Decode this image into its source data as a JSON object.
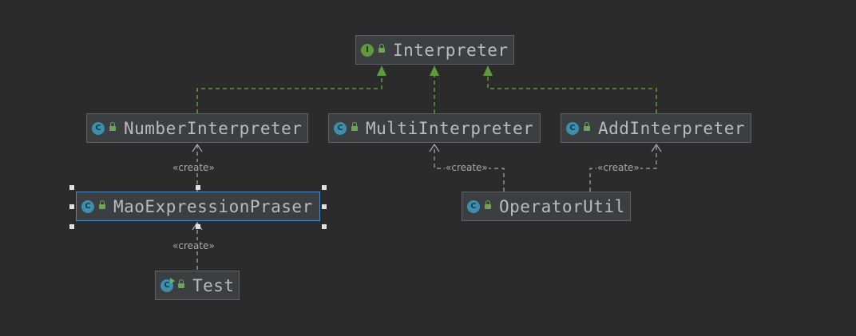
{
  "diagram": {
    "nodes": [
      {
        "id": "interpreter",
        "label": "Interpreter",
        "kind": "interface"
      },
      {
        "id": "number",
        "label": "NumberInterpreter",
        "kind": "class"
      },
      {
        "id": "multi",
        "label": "MultiInterpreter",
        "kind": "class"
      },
      {
        "id": "add",
        "label": "AddInterpreter",
        "kind": "class"
      },
      {
        "id": "parser",
        "label": "MaoExpressionPraser",
        "kind": "class",
        "selected": true
      },
      {
        "id": "operator",
        "label": "OperatorUtil",
        "kind": "class"
      },
      {
        "id": "test",
        "label": "Test",
        "kind": "runnable-class"
      }
    ],
    "edges": [
      {
        "from": "number",
        "to": "interpreter",
        "type": "implements"
      },
      {
        "from": "multi",
        "to": "interpreter",
        "type": "implements"
      },
      {
        "from": "add",
        "to": "interpreter",
        "type": "implements"
      },
      {
        "from": "parser",
        "to": "number",
        "type": "create",
        "label": "«create»"
      },
      {
        "from": "test",
        "to": "parser",
        "type": "create",
        "label": "«create»"
      },
      {
        "from": "operator",
        "to": "multi",
        "type": "create",
        "label": "«create»"
      },
      {
        "from": "operator",
        "to": "add",
        "type": "create",
        "label": "«create»"
      }
    ],
    "icons": {
      "class": "class-icon",
      "interface": "interface-icon",
      "runnable-class": "runnable-class-icon",
      "visibility": "public-lock-icon"
    },
    "colors": {
      "background": "#2b2b2b",
      "node_fill": "#3c3f41",
      "node_border": "#5e6164",
      "selected_border": "#4a88c7",
      "implements_line": "#5f9a3e",
      "create_line": "#a9a9a9",
      "text": "#bbbbbb"
    }
  }
}
